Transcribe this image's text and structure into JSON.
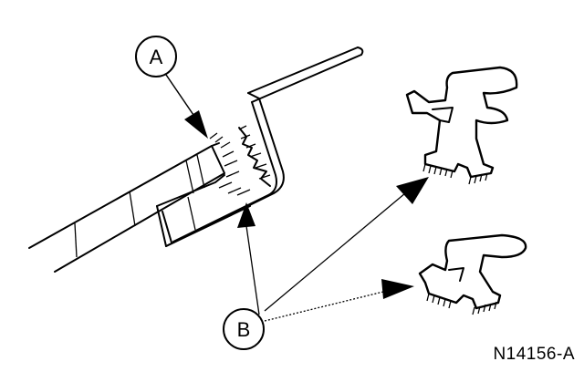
{
  "callouts": {
    "a": "A",
    "b": "B"
  },
  "figure_id": "N14156-A"
}
